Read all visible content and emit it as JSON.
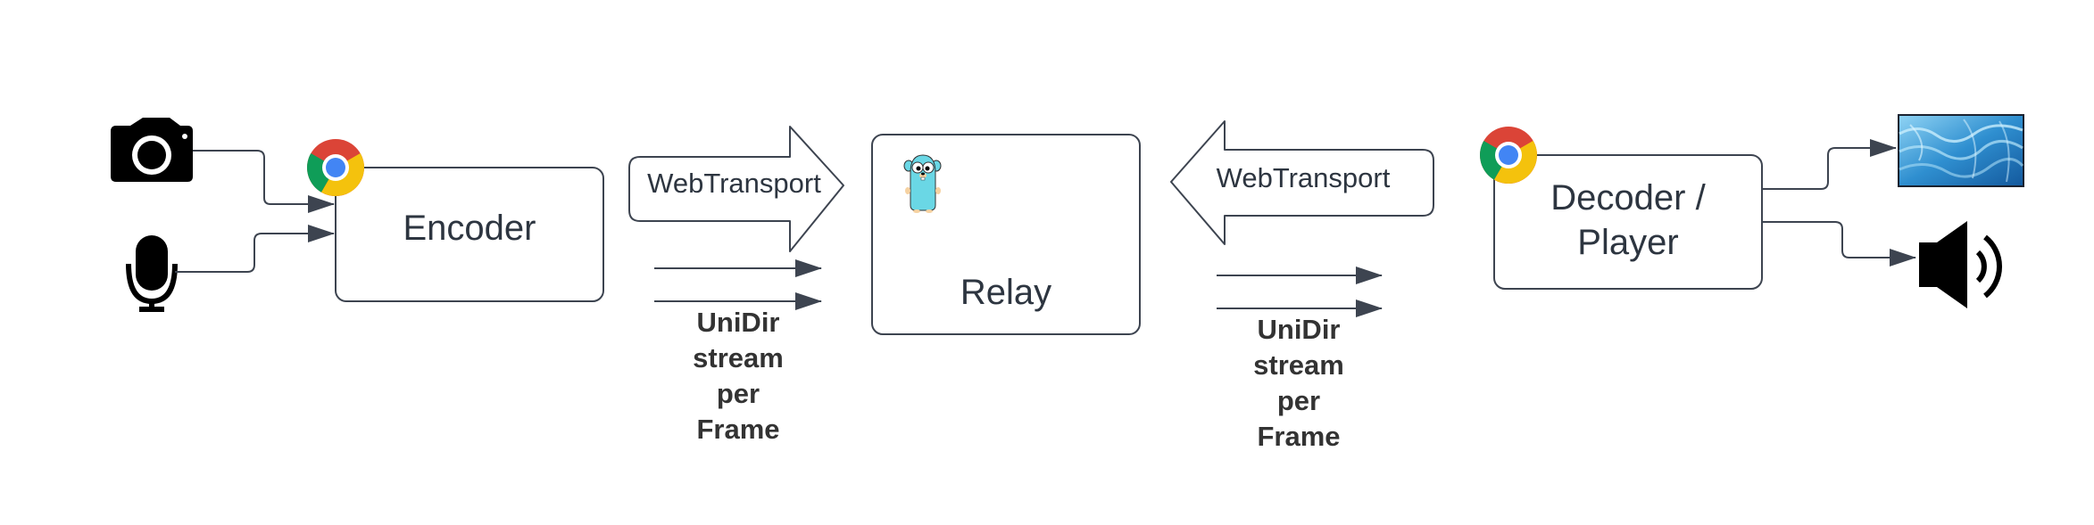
{
  "encoder": {
    "label": "Encoder"
  },
  "relay": {
    "label": "Relay"
  },
  "decoder": {
    "label_line1": "Decoder /",
    "label_line2": "Player"
  },
  "transport_left": {
    "label": "WebTransport"
  },
  "transport_right": {
    "label": "WebTransport"
  },
  "stream_note_left": {
    "line1": "UniDir",
    "line2": "stream",
    "line3": "per",
    "line4": "Frame"
  },
  "stream_note_right": {
    "line1": "UniDir",
    "line2": "stream",
    "line3": "per",
    "line4": "Frame"
  },
  "icons": {
    "camera": "camera-icon",
    "microphone": "microphone-icon",
    "chrome": "chrome-icon",
    "gopher": "go-gopher-icon",
    "display": "display-icon",
    "speaker": "speaker-icon"
  },
  "colors": {
    "stroke": "#3d4450",
    "text": "#2d3540",
    "chrome_red": "#db4437",
    "chrome_yellow": "#f4c20d",
    "chrome_green": "#0f9d58",
    "chrome_blue": "#4285f4",
    "gopher": "#6ad7e5"
  }
}
